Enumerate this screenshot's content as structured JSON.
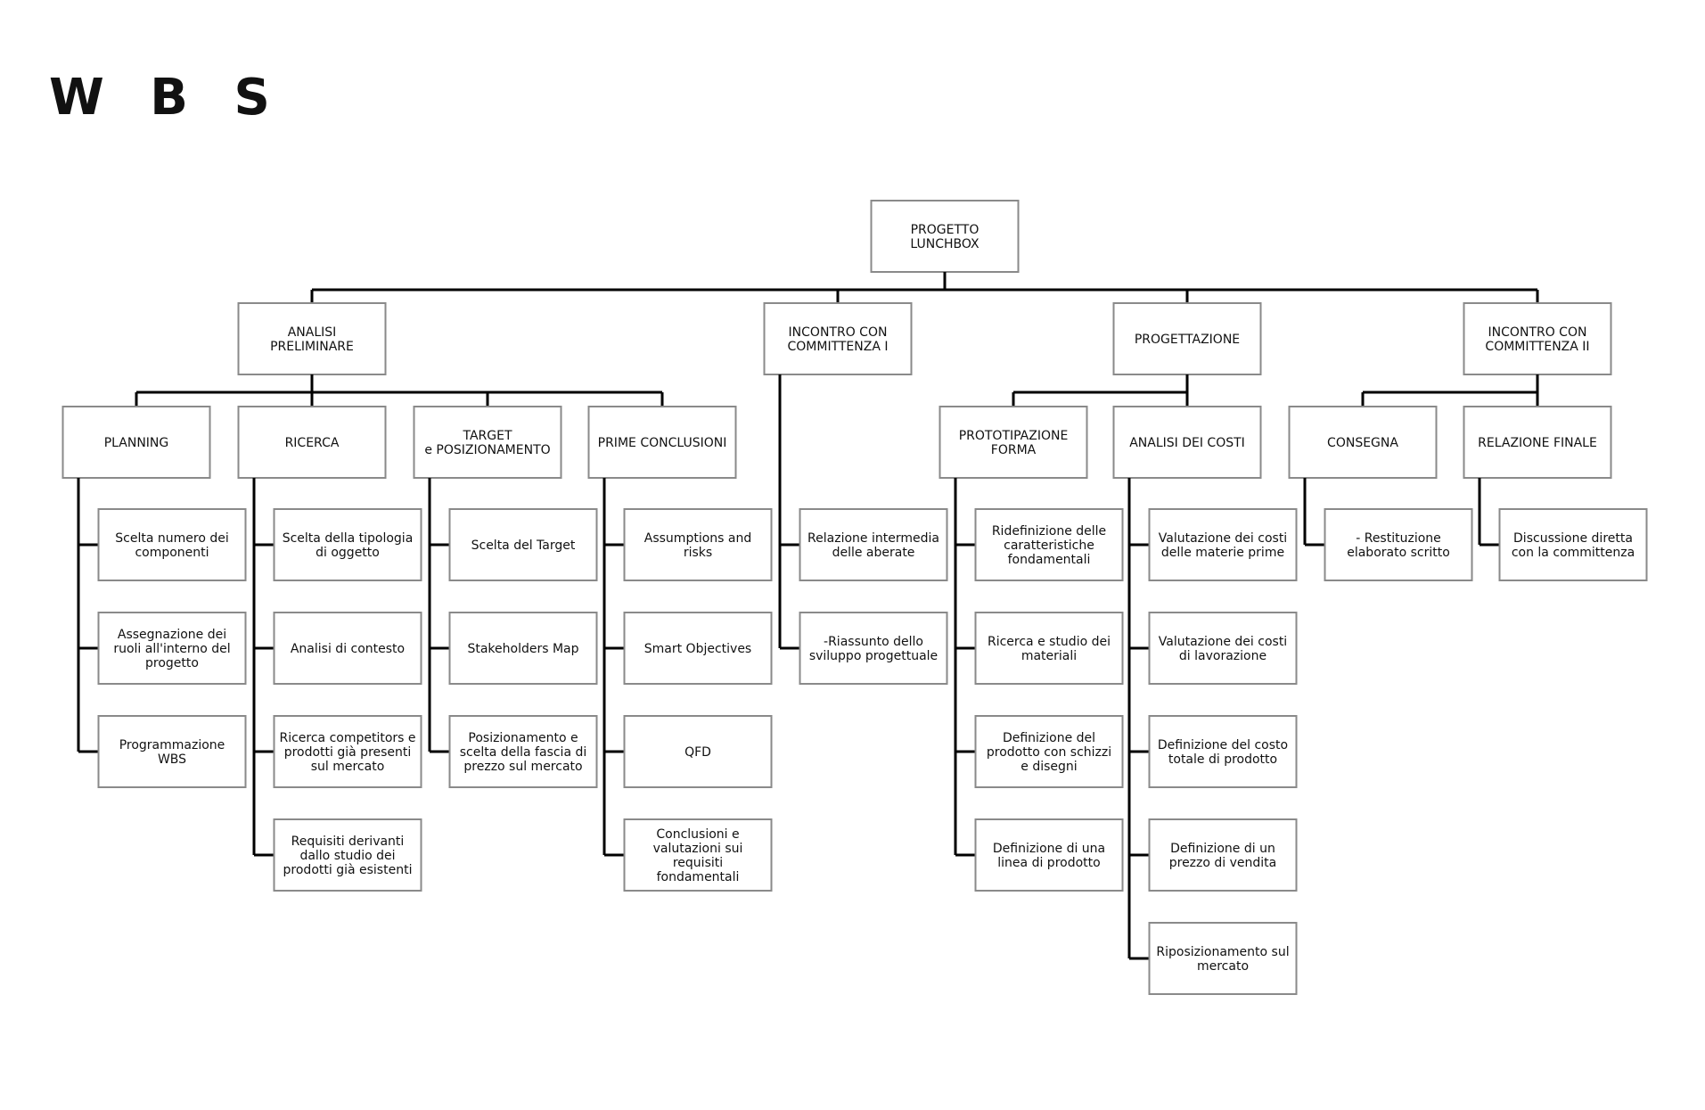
{
  "title": "W B S",
  "root": "PROGETTO\nLUNCHBOX",
  "phases": [
    {
      "label": "ANALISI\nPRELIMINARE",
      "groups": [
        {
          "label": "PLANNING",
          "tasks": [
            "Scelta numero dei\ncomponenti",
            "Assegnazione dei\nruoli all'interno del\nprogetto",
            "Programmazione\nWBS"
          ]
        },
        {
          "label": "RICERCA",
          "tasks": [
            "Scelta della tipologia\ndi oggetto",
            "Analisi di contesto",
            "Ricerca competitors e\nprodotti già presenti\nsul mercato",
            "Requisiti derivanti\ndallo studio dei\nprodotti già esistenti"
          ]
        },
        {
          "label": "TARGET\ne POSIZIONAMENTO",
          "tasks": [
            "Scelta del Target",
            "Stakeholders Map",
            "Posizionamento e\nscelta della fascia di\nprezzo sul mercato"
          ]
        },
        {
          "label": "PRIME CONCLUSIONI",
          "tasks": [
            "Assumptions and\nrisks",
            "Smart Objectives",
            "QFD",
            "Conclusioni e\nvalutazioni sui\nrequisiti\nfondamentali"
          ]
        }
      ]
    },
    {
      "label": "INCONTRO CON\nCOMMITTENZA I",
      "tasks": [
        "Relazione intermedia\ndelle aberate",
        "-Riassunto dello\nsviluppo progettuale"
      ]
    },
    {
      "label": "PROGETTAZIONE",
      "groups": [
        {
          "label": "PROTOTIPAZIONE\nFORMA",
          "tasks": [
            "Ridefinizione delle\ncaratteristiche\nfondamentali",
            "Ricerca e studio dei\nmateriali",
            "Definizione del\nprodotto con schizzi\ne disegni",
            "Definizione di una\nlinea di prodotto"
          ]
        },
        {
          "label": "ANALISI DEI COSTI",
          "tasks": [
            "Valutazione dei costi\ndelle materie prime",
            "Valutazione dei costi\ndi lavorazione",
            "Definizione del costo\ntotale di prodotto",
            "Definizione di un\nprezzo di vendita",
            "Riposizionamento sul\nmercato"
          ]
        }
      ]
    },
    {
      "label": "INCONTRO CON\nCOMMITTENZA II",
      "groups": [
        {
          "label": "CONSEGNA",
          "tasks": [
            "- Restituzione\nelaborato scritto"
          ]
        },
        {
          "label": "RELAZIONE FINALE",
          "tasks": [
            "Discussione diretta\ncon la committenza"
          ]
        }
      ]
    }
  ],
  "colors": {
    "box_border": "#8a8a8a",
    "connector": "#000000",
    "text": "#111111",
    "background": "#ffffff"
  }
}
